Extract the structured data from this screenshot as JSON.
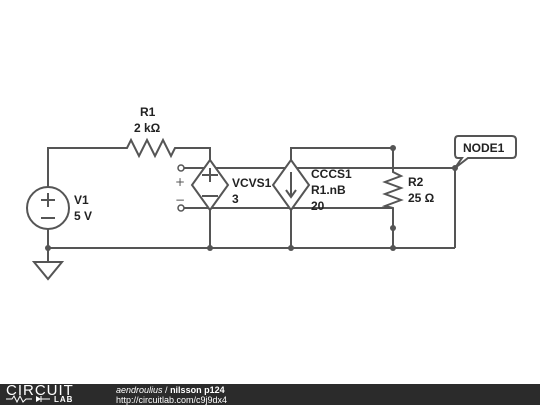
{
  "components": {
    "r1": {
      "name": "R1",
      "value": "2 kΩ"
    },
    "v1": {
      "name": "V1",
      "value": "5 V"
    },
    "vcvs1": {
      "name": "VCVS1",
      "value": "3",
      "plus": "+",
      "minus": "−"
    },
    "cccs1": {
      "name": "CCCS1",
      "control": "R1.nB",
      "value": "20"
    },
    "r2": {
      "name": "R2",
      "value": "25 Ω"
    },
    "node1": {
      "label": "NODE1"
    }
  },
  "footer": {
    "logo_top": "CIRCUIT",
    "logo_bottom": "LAB",
    "author": "aendroulius",
    "separator": " / ",
    "title": "nilsson p124",
    "url": "http://circuitlab.com/c9j9dx4"
  },
  "colors": {
    "wire": "#555555",
    "footer_bg": "#2b2b2b"
  }
}
